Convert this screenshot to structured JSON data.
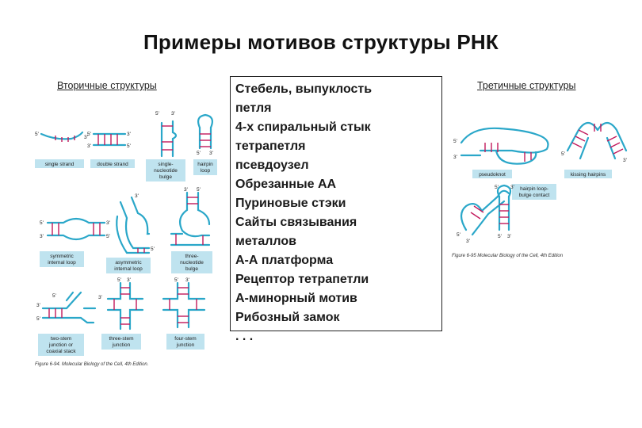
{
  "title": "Примеры мотивов структуры РНК",
  "left_heading": "Вторичные структуры",
  "right_heading": "Третичные структуры",
  "motif_list": [
    "Стебель, выпуклость",
    "петля",
    "4-х спиральный стык",
    "тетрапетля",
    "псевдоузел",
    "Обрезанные АА",
    "Пуриновые стэки",
    "Сайты связывания",
    "металлов",
    "А-А платформа",
    "Рецептор тетрапетли",
    "А-минорный мотив",
    "Рибозный замок",
    ". . ."
  ],
  "secondary_labels": {
    "single_strand": "single strand",
    "double_strand": "double strand",
    "single_nt_bulge_1": "single-",
    "single_nt_bulge_2": "nucleotide",
    "single_nt_bulge_3": "bulge",
    "hairpin_1": "hairpin",
    "hairpin_2": "loop",
    "sym_loop_1": "symmetric",
    "sym_loop_2": "internal loop",
    "asym_loop_1": "asymmetric",
    "asym_loop_2": "internal loop",
    "three_nt_bulge_1": "three-",
    "three_nt_bulge_2": "nucleotide",
    "three_nt_bulge_3": "bulge",
    "two_stem_1": "two-stem",
    "two_stem_2": "junction or",
    "two_stem_3": "coaxial stack",
    "three_stem_1": "three-stem",
    "three_stem_2": "junction",
    "four_stem_1": "four-stem",
    "four_stem_2": "junction",
    "caption": "Figure 6-94. Molecular Biology of the Cell, 4th Edition."
  },
  "tertiary_labels": {
    "pseudoknot": "pseudoknot",
    "kissing": "kissing hairpins",
    "loop_bulge_1": "hairpin loop-",
    "loop_bulge_2": "bulge contact",
    "caption": "Figure 6-95 Molecular Biology of the Cell, 4th Edition"
  },
  "prime_5": "5'",
  "prime_3": "3'",
  "colors": {
    "strand": "#2aa7c9",
    "pair": "#c2185b",
    "label_box": "#bfe3ef"
  }
}
